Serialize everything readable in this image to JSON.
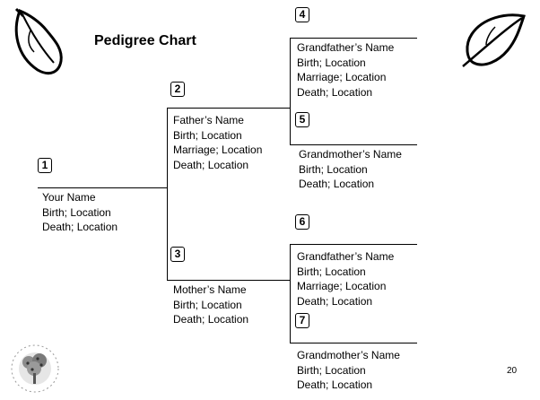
{
  "title": "Pedigree Chart",
  "page_number": "20",
  "people": [
    {
      "number": "1",
      "name": "Your Name",
      "birth": "Birth; Location",
      "death": "Death; Location"
    },
    {
      "number": "2",
      "name": "Father’s Name",
      "birth": "Birth; Location",
      "marriage": "Marriage; Location",
      "death": "Death; Location"
    },
    {
      "number": "3",
      "name": "Mother’s Name",
      "birth": "Birth; Location",
      "death": "Death; Location"
    },
    {
      "number": "4",
      "name": "Grandfather’s Name",
      "birth": "Birth; Location",
      "marriage": "Marriage; Location",
      "death": "Death; Location"
    },
    {
      "number": "5",
      "name": "Grandmother’s Name",
      "birth": "Birth; Location",
      "death": "Death; Location"
    },
    {
      "number": "6",
      "name": "Grandfather’s Name",
      "birth": "Birth; Location",
      "marriage": "Marriage; Location",
      "death": "Death; Location"
    },
    {
      "number": "7",
      "name": "Grandmother’s Name",
      "birth": "Birth; Location",
      "death": "Death; Location"
    }
  ],
  "icons": {
    "left_leaf": "leaf-icon",
    "right_leaf": "leaf-icon",
    "society_logo": "genealogical-society-seal"
  }
}
